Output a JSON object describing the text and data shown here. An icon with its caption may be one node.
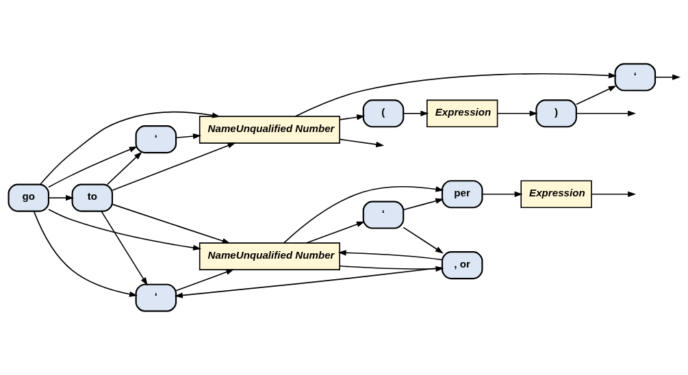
{
  "diagram": {
    "nodes": [
      {
        "text": [
          "go"
        ]
      },
      {
        "text": [
          "to"
        ]
      },
      {
        "text": [
          "‘"
        ]
      },
      {
        "text": [
          "NameUnqualified Number"
        ]
      },
      {
        "text": [
          "("
        ]
      },
      {
        "text": [
          "Expression"
        ]
      },
      {
        "text": [
          ")"
        ]
      },
      {
        "text": [
          "‘"
        ]
      },
      {
        "text": [
          "‘"
        ]
      },
      {
        "text": [
          "NameUnqualified Number"
        ]
      },
      {
        "text": [
          "‘"
        ]
      },
      {
        "text": [
          "per"
        ]
      },
      {
        "text": [
          "Expression"
        ]
      },
      {
        "text": [
          ", or"
        ]
      }
    ],
    "edges": [
      {
        "from": 0,
        "to": 1,
        "arrow": "to"
      },
      {
        "from": 0,
        "to": 2,
        "arrow": "to"
      },
      {
        "from": 0,
        "to": 3,
        "arrow": "to"
      },
      {
        "from": 0,
        "to": 8,
        "arrow": "to"
      },
      {
        "from": 0,
        "to": 9,
        "arrow": "to"
      },
      {
        "from": 1,
        "to": 2,
        "arrow": "to"
      },
      {
        "from": 1,
        "to": 3,
        "arrow": "to"
      },
      {
        "from": 1,
        "to": 8,
        "arrow": "to"
      },
      {
        "from": 1,
        "to": 9,
        "arrow": "to"
      },
      {
        "from": 2,
        "to": 3,
        "arrow": "to"
      },
      {
        "from": 3,
        "to": 4,
        "arrow": "to"
      },
      {
        "from": 4,
        "to": 5,
        "arrow": "to"
      },
      {
        "from": 5,
        "to": 6,
        "arrow": "to"
      },
      {
        "from": 3,
        "to": 7,
        "arrow": "to"
      },
      {
        "from": 6,
        "to": 7,
        "arrow": "to"
      },
      {
        "from": 3,
        "to": null,
        "arrow": "to"
      },
      {
        "from": 6,
        "to": null,
        "arrow": "to"
      },
      {
        "from": 7,
        "to": null,
        "arrow": "to"
      },
      {
        "from": 13,
        "to": 8,
        "arrow": "to"
      },
      {
        "from": 13,
        "to": 9,
        "arrow": "to"
      },
      {
        "from": 8,
        "to": 9,
        "arrow": "to"
      },
      {
        "from": 9,
        "to": 10,
        "arrow": "to"
      },
      {
        "from": 9,
        "to": 11,
        "arrow": "to"
      },
      {
        "from": 9,
        "to": 13,
        "arrow": "to"
      },
      {
        "from": 10,
        "to": 11,
        "arrow": "to"
      },
      {
        "from": 10,
        "to": 13,
        "arrow": "to"
      },
      {
        "from": 11,
        "to": 12,
        "arrow": "to"
      },
      {
        "from": 12,
        "to": null,
        "arrow": "to"
      }
    ]
  }
}
